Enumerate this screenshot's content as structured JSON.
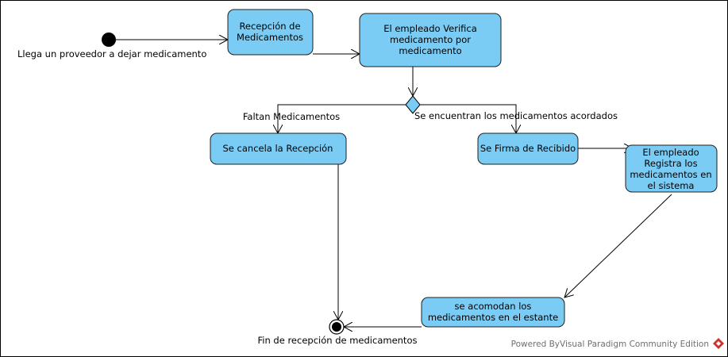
{
  "diagram": {
    "colors": {
      "activity_fill": "#7accf5",
      "activity_stroke": "#1f1f1f",
      "decision_fill": "#7accf5",
      "edge": "#000000",
      "watermark": "#6f6f6f",
      "watermark_icon": "#d0312d"
    },
    "start": {
      "label": "Llega un proveedor a dejar medicamento"
    },
    "activities": {
      "recepcion": [
        "Recepción de",
        "Medicamentos"
      ],
      "verifica": [
        "El empleado Verifica",
        "medicamento por",
        "medicamento"
      ],
      "cancela": [
        "Se cancela la Recepción"
      ],
      "firma": [
        "Se Firma de Recibido"
      ],
      "registra": [
        "El empleado",
        "Registra los",
        "medicamentos en",
        "el sistema"
      ],
      "acomodan": [
        "se acomodan los",
        "medicamentos en el estante"
      ]
    },
    "branches": {
      "left": "Faltan Medicamentos",
      "right": "Se encuentran los medicamentos acordados"
    },
    "end": {
      "label": "Fin de recepción de medicamentos"
    },
    "watermark": "Powered ByVisual Paradigm Community Edition"
  }
}
